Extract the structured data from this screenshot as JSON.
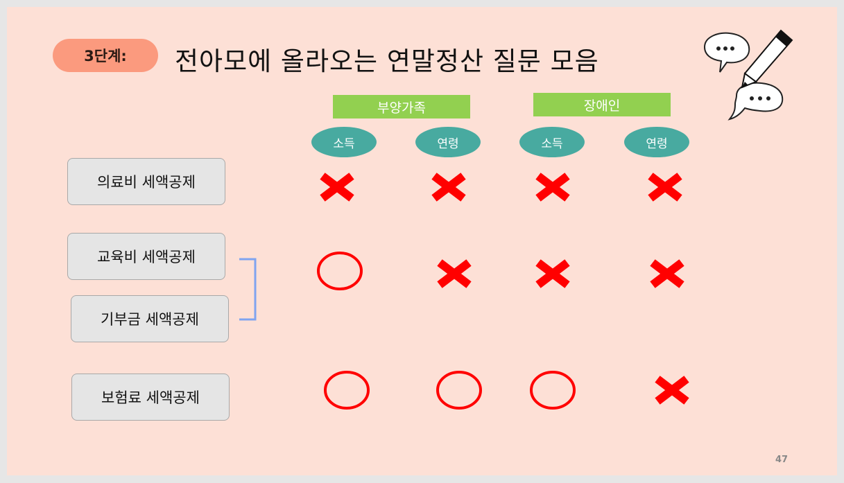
{
  "stage_badge": "3단계:",
  "title": "전아모에 올라오는 연말정산 질문 모음",
  "group_headers": [
    "부양가족",
    "장애인"
  ],
  "column_headers": [
    "소득",
    "연령",
    "소득",
    "연령"
  ],
  "rows": [
    {
      "label": "의료비 세액공제",
      "marks": [
        "X",
        "X",
        "X",
        "X"
      ]
    },
    {
      "label": "교육비 세액공제",
      "marks": [
        "O",
        "X",
        "X",
        "X"
      ]
    },
    {
      "label": "기부금 세액공제",
      "marks": []
    },
    {
      "label": "보험료 세액공제",
      "marks": [
        "O",
        "O",
        "O",
        "X"
      ]
    }
  ],
  "colors": {
    "mark": "#ff0000",
    "group_header": "#92d050",
    "pill": "#48aaa0",
    "badge": "#fb9a7e",
    "bracket": "#7fa4f0"
  },
  "icons": [
    "speech-bubble-icon",
    "speech-bubble-icon",
    "pencil-icon"
  ],
  "page_number": "47"
}
